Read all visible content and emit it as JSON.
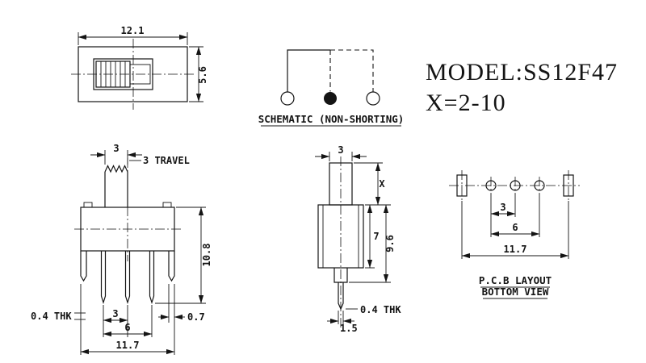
{
  "title": {
    "model": "MODEL:SS12F47",
    "x_range": "X=2-10"
  },
  "schematic": {
    "caption": "SCHEMATIC (NON-SHORTING)"
  },
  "top_view": {
    "dim_width": "12.1",
    "dim_height": "5.6"
  },
  "front_view": {
    "dim_knob_width": "3",
    "dim_travel": "3 TRAVEL",
    "dim_height": "10.8",
    "dim_thickness": "0.4 THK",
    "dim_pin_pitch": "3",
    "dim_pin_span": "6",
    "dim_body_width": "11.7",
    "dim_tab_offset": "0.7"
  },
  "side_view": {
    "dim_knob_width": "3",
    "dim_knob_height": "X",
    "dim_body_height": "7",
    "dim_total_height": "9.6",
    "dim_thickness": "0.4 THK",
    "dim_pin_width": "1.5"
  },
  "pcb_layout": {
    "dim_hole_pitch": "3",
    "dim_hole_span": "6",
    "dim_total_width": "11.7",
    "caption_line1": "P.C.B LAYOUT",
    "caption_line2": "BOTTOM VIEW"
  }
}
